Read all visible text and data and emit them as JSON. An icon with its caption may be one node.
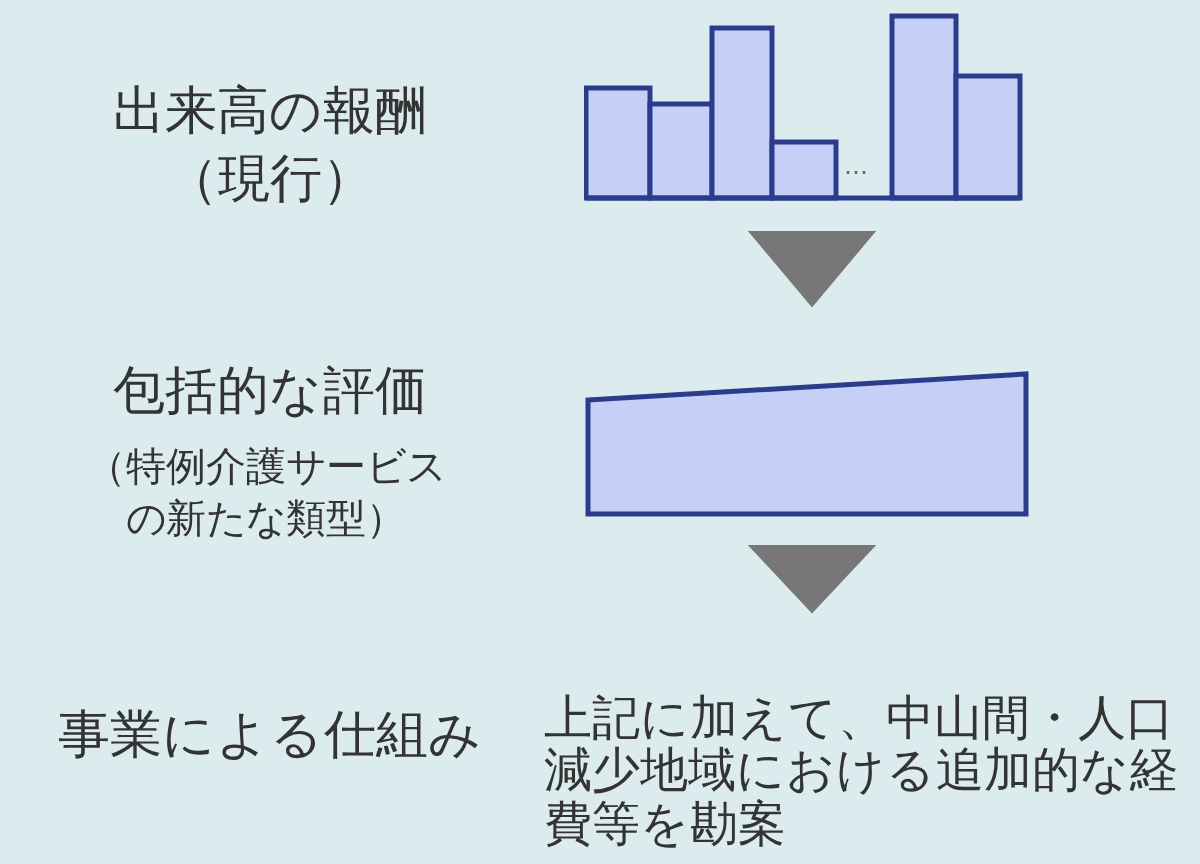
{
  "diagram": {
    "nodes": [
      {
        "text": [],
        "shape": "bar",
        "beside": [
          "出来高の報酬（現行）"
        ]
      },
      {
        "text": [],
        "shape": "trapezoid",
        "beside": [
          "包括的な評価",
          "（特例介護サービスの新たな類型）"
        ]
      },
      {
        "text": [
          "上記に加えて、中山間・人口減少地域における追加的な経費等を勘案"
        ],
        "beside": [
          "事業による仕組み"
        ]
      }
    ],
    "edges": [
      {
        "from": 0,
        "to": 1,
        "arrow": "to"
      },
      {
        "from": 1,
        "to": 2,
        "arrow": "to"
      }
    ],
    "labels": [
      "…"
    ]
  }
}
